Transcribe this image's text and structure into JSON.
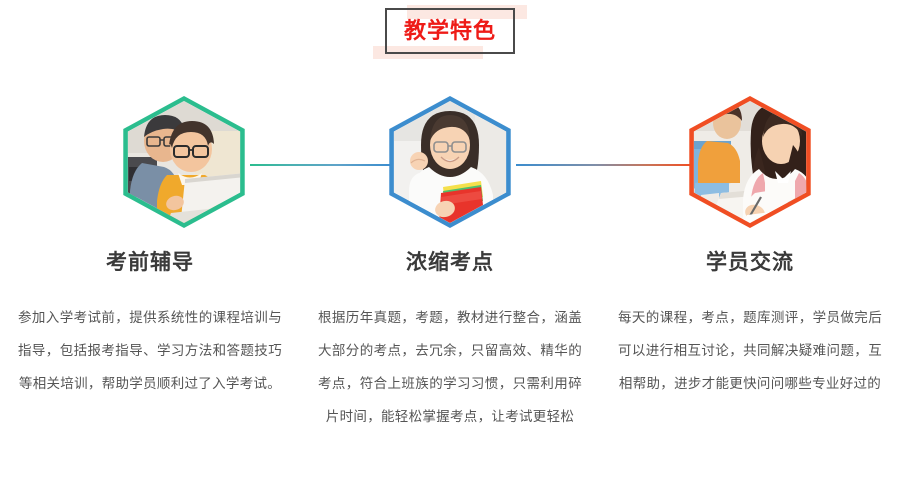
{
  "section": {
    "title": "教学特色",
    "title_color": "#ee1b17",
    "title_border_color": "#4a4a4a",
    "title_accent_color": "#fce8e2"
  },
  "connectors": [
    {
      "name": "connector-teal-to-blue",
      "from_color": "#2bbd8e",
      "to_color": "#3c8dce"
    },
    {
      "name": "connector-blue-to-orange",
      "from_color": "#3c8dce",
      "to_color": "#f04e23"
    }
  ],
  "features": [
    {
      "icon": "students-at-laptop-photo",
      "accent": "#2bbd8e",
      "heading": "考前辅导",
      "body": "参加入学考试前，提供系统性的课程培训与指导，包括报考指导、学习方法和答题技巧等相关培训，帮助学员顺利过了入学考试。"
    },
    {
      "icon": "student-holding-books-photo",
      "accent": "#3c8dce",
      "heading": "浓缩考点",
      "body": "根据历年真题，考题，教材进行整合，涵盖大部分的考点，去冗余，只留高效、精华的考点，符合上班族的学习习惯，只需利用碎片时间，能轻松掌握考点，让考试更轻松"
    },
    {
      "icon": "students-studying-photo",
      "accent": "#f04e23",
      "heading": "学员交流",
      "body": "每天的课程，考点，题库测评，学员做完后可以进行相互讨论，共同解决疑难问题，互相帮助，进步才能更快问问哪些专业好过的"
    }
  ]
}
